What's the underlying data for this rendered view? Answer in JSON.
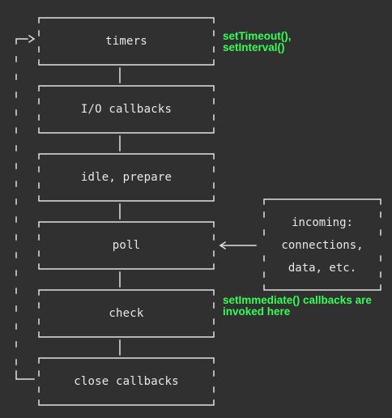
{
  "phases": [
    {
      "id": "timers",
      "label": "timers"
    },
    {
      "id": "io-callbacks",
      "label": "I/O callbacks"
    },
    {
      "id": "idle-prepare",
      "label": "idle, prepare"
    },
    {
      "id": "poll",
      "label": "poll"
    },
    {
      "id": "check",
      "label": "check"
    },
    {
      "id": "close-callbacks",
      "label": "close callbacks"
    }
  ],
  "incoming": {
    "lines": [
      "incoming:",
      "connections,",
      "data, etc."
    ]
  },
  "notes": {
    "timers": [
      "setTimeout(),",
      "setInterval()"
    ],
    "check": [
      "setImmediate() callbacks are",
      "invoked here"
    ]
  },
  "colors": {
    "background": "#303030",
    "line": "#e0e0e0",
    "text": "#e8e8e8",
    "note": "#33ff55"
  }
}
